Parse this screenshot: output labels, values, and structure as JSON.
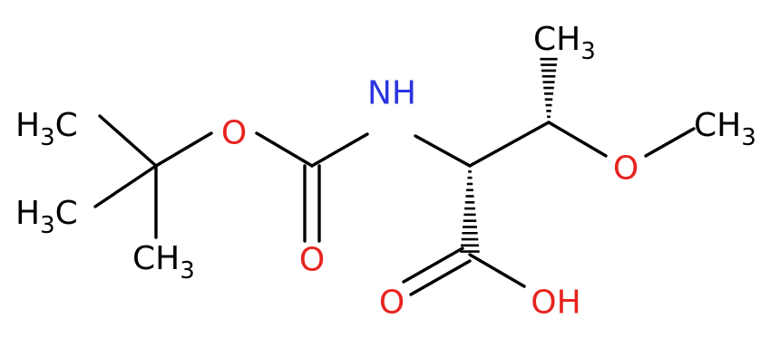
{
  "colors": {
    "carbon": "#000000",
    "oxygen": "#e8231f",
    "nitrogen": "#2a34e0",
    "background": "#ffffff"
  },
  "labels": {
    "h3c_top": {
      "main": "H",
      "sub": "3",
      "tail": "C"
    },
    "h3c_mid": {
      "main": "H",
      "sub": "3",
      "tail": "C"
    },
    "ch3_bottom": {
      "main": "CH",
      "sub": "3"
    },
    "ester_o": "O",
    "carbonyl_o": "O",
    "nh": "NH",
    "acid_o": "O",
    "oh": "OH",
    "ether_o": "O",
    "ch3_top": {
      "main": "CH",
      "sub": "3"
    },
    "och3": {
      "main": "CH",
      "sub": "3"
    }
  }
}
